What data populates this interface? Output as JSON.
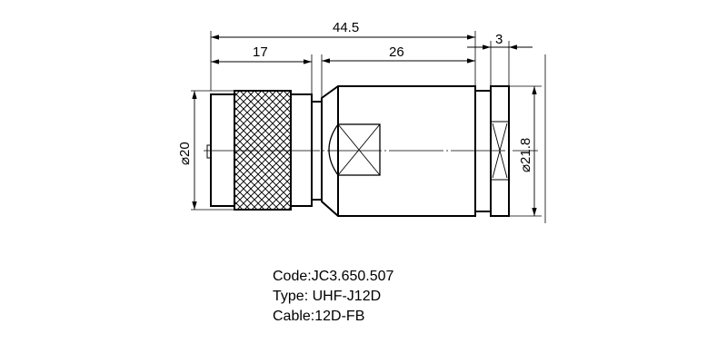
{
  "dimensions": {
    "overall_length": "44.5",
    "front_length": "17",
    "body_length": "26",
    "nut_length": "3",
    "front_diameter": "⌀20",
    "rear_diameter": "⌀21.8"
  },
  "info": {
    "code": "Code:JC3.650.507",
    "type": "Type: UHF-J12D",
    "cable": "Cable:12D-FB"
  }
}
